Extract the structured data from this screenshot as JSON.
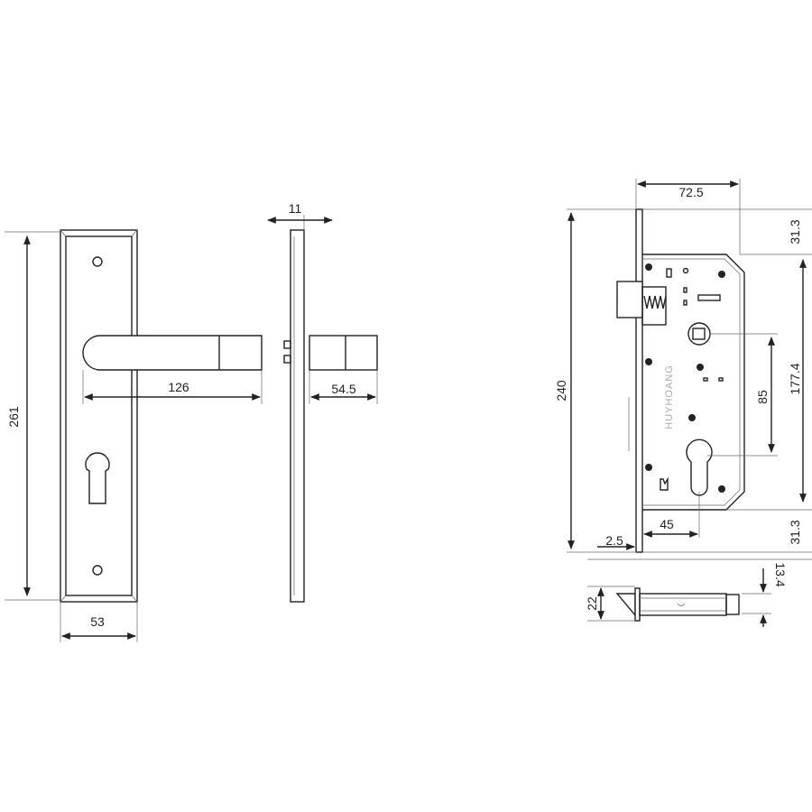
{
  "dimensions": {
    "plate_height": "261",
    "plate_width": "53",
    "handle_length": "126",
    "plate_thickness": "11",
    "handle_projection": "54.5",
    "lock_depth": "72.5",
    "faceplate_height": "240",
    "top_offset": "31.3",
    "body_height": "177.4",
    "center_distance": "85",
    "bottom_offset": "31.3",
    "backset": "45",
    "faceplate_thickness": "2.5",
    "latch_height": "22",
    "latch_width": "13.4"
  },
  "lock_body": {
    "logo_text": "HUYHOANG"
  }
}
